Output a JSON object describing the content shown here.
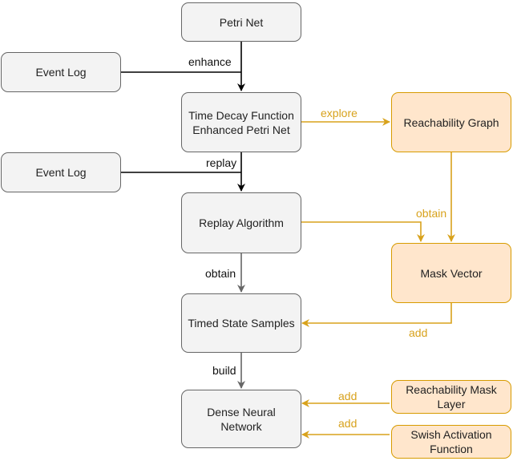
{
  "colors": {
    "gray_fill": "#f3f3f3",
    "gray_stroke": "#666666",
    "orange_fill": "#ffe6cc",
    "orange_stroke": "#d79b00",
    "dark_edge": "#000000",
    "gray_edge": "#666666",
    "gold_edge": "#d8a21c"
  },
  "nodes": {
    "petri_net": "Petri Net",
    "event_log_1": "Event Log",
    "event_log_2": "Event Log",
    "enhanced_petri_net": "Time Decay Function\nEnhanced Petri Net",
    "reachability_graph": "Reachability Graph",
    "replay_algorithm": "Replay Algorithm",
    "mask_vector": "Mask Vector",
    "timed_state_samples": "Timed State Samples",
    "dense_neural_network": "Dense Neural\nNetwork",
    "reachability_mask_layer": "Reachability Mask\nLayer",
    "swish_activation": "Swish Activation\nFunction"
  },
  "edge_labels": {
    "enhance": "enhance",
    "explore": "explore",
    "replay": "replay",
    "obtain_mask": "obtain",
    "obtain_samples": "obtain",
    "add_samples": "add",
    "build": "build",
    "add_layer": "add",
    "add_swish": "add"
  }
}
